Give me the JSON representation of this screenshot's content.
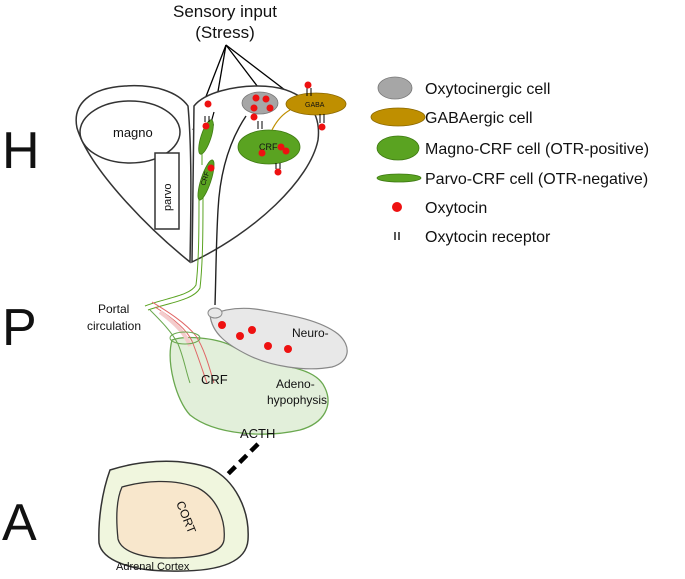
{
  "header": {
    "title_line1": "Sensory input",
    "title_line2": "(Stress)"
  },
  "levels": {
    "h": "H",
    "p": "P",
    "a": "A"
  },
  "hypothalamus": {
    "magno_label": "magno",
    "parvo_label": "parvo",
    "crf_cell_label": "CRF",
    "parvo_cell_label": "CRF",
    "gaba_label": "GABA"
  },
  "pituitary": {
    "portal_line1": "Portal",
    "portal_line2": "circulation",
    "neuro_label": "Neuro-",
    "crf_label": "CRF",
    "adeno_line1": "Adeno-",
    "adeno_line2": "hypophysis",
    "acth_label": "ACTH"
  },
  "adrenal": {
    "cort_label": "CORT",
    "cortex_label": "Adrenal Cortex"
  },
  "legend": {
    "items": [
      {
        "label": "Oxytocinergic cell",
        "symbol": "grey-ellipse"
      },
      {
        "label": "GABAergic cell",
        "symbol": "gold-ellipse"
      },
      {
        "label": "Magno-CRF cell (OTR-positive)",
        "symbol": "green-ellipse"
      },
      {
        "label": "Parvo-CRF cell (OTR-negative)",
        "symbol": "green-spindle"
      },
      {
        "label": "Oxytocin",
        "symbol": "red-dot"
      },
      {
        "label": "Oxytocin receptor",
        "symbol": "receptor-bars"
      }
    ]
  },
  "colors": {
    "oxytocinergic": "#a6a6a6",
    "gaba": "#bf8f00",
    "crf_green": "#5aa321",
    "oxytocin_red": "#ee1111",
    "adeno_fill": "#e2efda",
    "neuro_fill": "#e8e8e8",
    "cortex_fill": "#f8e7cc"
  }
}
